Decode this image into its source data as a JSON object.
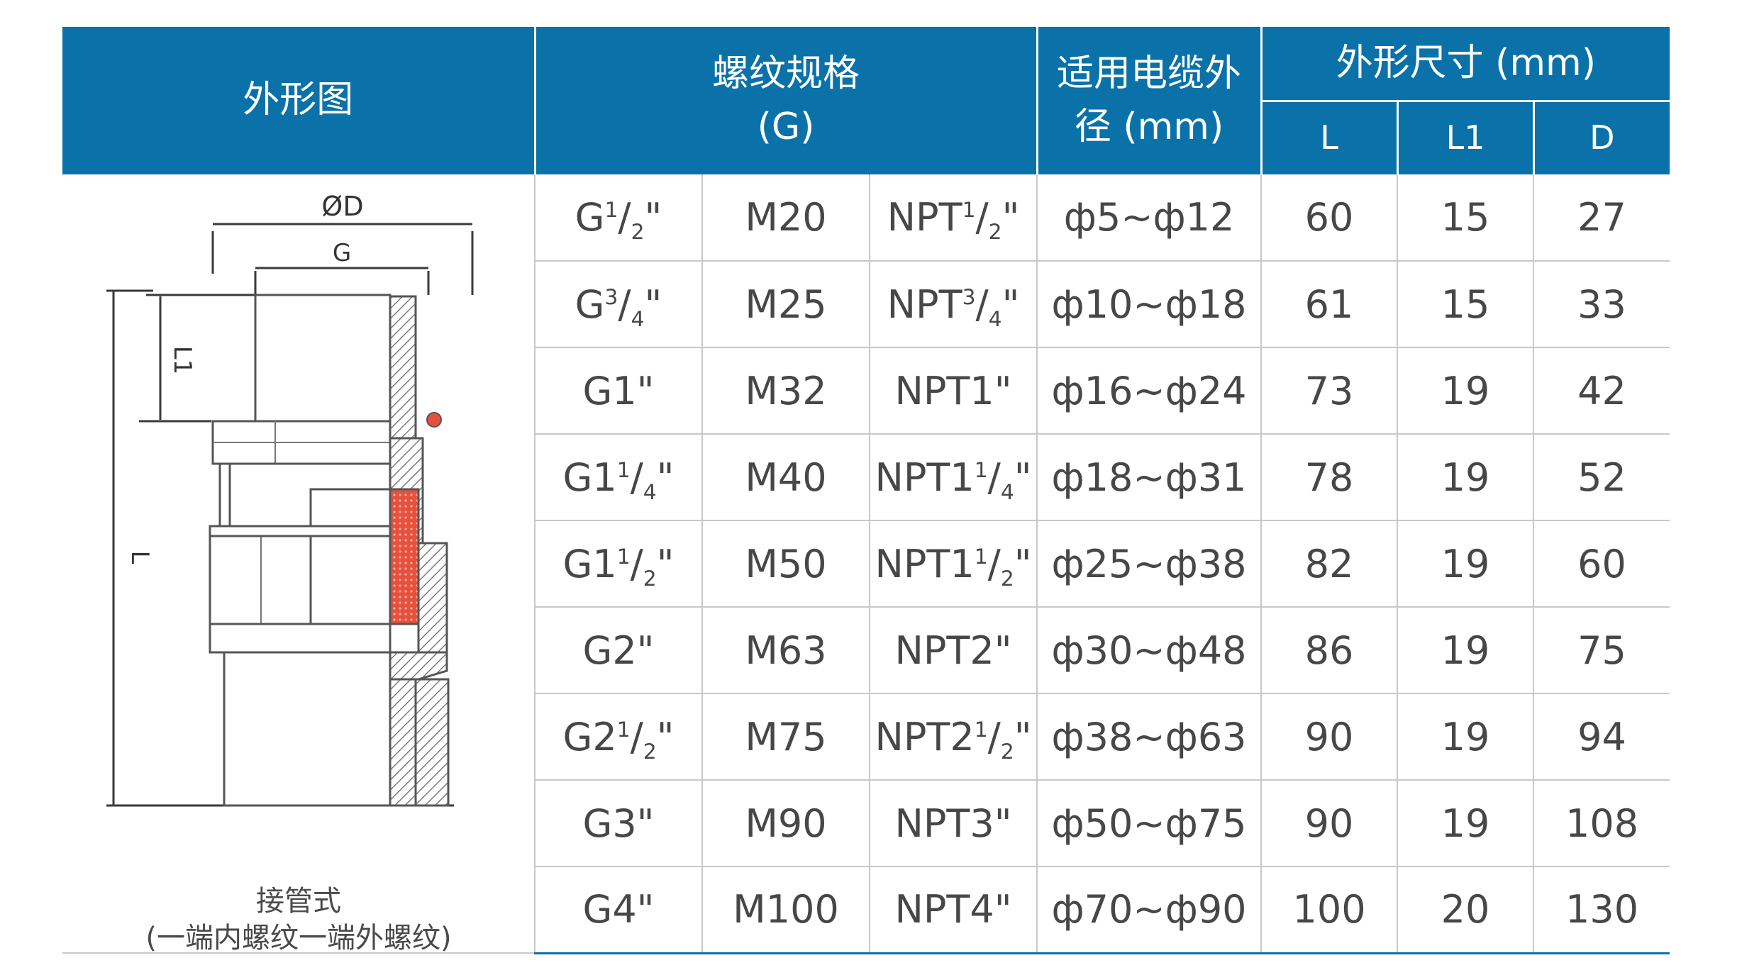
{
  "header": {
    "drawing_col": "外形图",
    "thread_spec_line1": "螺纹规格",
    "thread_spec_line2": "(G)",
    "cable_od_line1": "适用电缆外",
    "cable_od_line2": "径 (mm)",
    "dims": "外形尺寸 (mm)",
    "dim_L": "L",
    "dim_L1": "L1",
    "dim_D": "D"
  },
  "drawing": {
    "label_OD": "ØD",
    "label_G": "G",
    "label_L1": "L1",
    "label_L": "L",
    "caption_line1": "接管式",
    "caption_line2": "(一端内螺纹一端外螺纹)"
  },
  "rows": [
    {
      "g_base": "G",
      "g_num": "1",
      "g_den": "2",
      "g_end": "\"",
      "m": "M20",
      "npt_base": "NPT",
      "npt_num": "1",
      "npt_den": "2",
      "npt_end": "\"",
      "cable": "ф5~ф12",
      "L": "60",
      "L1": "15",
      "D": "27"
    },
    {
      "g_base": "G",
      "g_num": "3",
      "g_den": "4",
      "g_end": "\"",
      "m": "M25",
      "npt_base": "NPT",
      "npt_num": "3",
      "npt_den": "4",
      "npt_end": "\"",
      "cable": "ф10~ф18",
      "L": "61",
      "L1": "15",
      "D": "33"
    },
    {
      "g_base": "G1\"",
      "g_num": "",
      "g_den": "",
      "g_end": "",
      "m": "M32",
      "npt_base": "NPT1\"",
      "npt_num": "",
      "npt_den": "",
      "npt_end": "",
      "cable": "ф16~ф24",
      "L": "73",
      "L1": "19",
      "D": "42"
    },
    {
      "g_base": "G1",
      "g_num": "1",
      "g_den": "4",
      "g_end": "\"",
      "m": "M40",
      "npt_base": "NPT1",
      "npt_num": "1",
      "npt_den": "4",
      "npt_end": "\"",
      "cable": "ф18~ф31",
      "L": "78",
      "L1": "19",
      "D": "52"
    },
    {
      "g_base": "G1",
      "g_num": "1",
      "g_den": "2",
      "g_end": "\"",
      "m": "M50",
      "npt_base": "NPT1",
      "npt_num": "1",
      "npt_den": "2",
      "npt_end": "\"",
      "cable": "ф25~ф38",
      "L": "82",
      "L1": "19",
      "D": "60"
    },
    {
      "g_base": "G2\"",
      "g_num": "",
      "g_den": "",
      "g_end": "",
      "m": "M63",
      "npt_base": "NPT2\"",
      "npt_num": "",
      "npt_den": "",
      "npt_end": "",
      "cable": "ф30~ф48",
      "L": "86",
      "L1": "19",
      "D": "75"
    },
    {
      "g_base": "G2",
      "g_num": "1",
      "g_den": "2",
      "g_end": "\"",
      "m": "M75",
      "npt_base": "NPT2",
      "npt_num": "1",
      "npt_den": "2",
      "npt_end": "\"",
      "cable": "ф38~ф63",
      "L": "90",
      "L1": "19",
      "D": "94"
    },
    {
      "g_base": "G3\"",
      "g_num": "",
      "g_den": "",
      "g_end": "",
      "m": "M90",
      "npt_base": "NPT3\"",
      "npt_num": "",
      "npt_den": "",
      "npt_end": "",
      "cable": "ф50~ф75",
      "L": "90",
      "L1": "19",
      "D": "108"
    },
    {
      "g_base": "G4\"",
      "g_num": "",
      "g_den": "",
      "g_end": "",
      "m": "M100",
      "npt_base": "NPT4\"",
      "npt_num": "",
      "npt_den": "",
      "npt_end": "",
      "cable": "ф70~ф90",
      "L": "100",
      "L1": "20",
      "D": "130"
    }
  ],
  "colors": {
    "header_bg": "#0a72a8",
    "header_text": "#ffffff",
    "seal": "#e8503e"
  }
}
